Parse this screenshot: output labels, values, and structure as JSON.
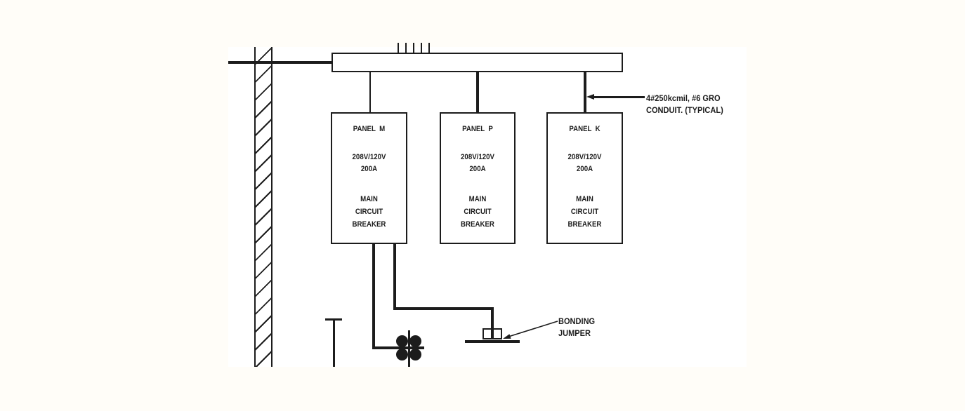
{
  "colors": {
    "page_bg": "#fffdf8",
    "drawing_bg": "#ffffff",
    "ink": "#1c1c1c"
  },
  "panels": [
    {
      "name": "PANEL  M",
      "voltage": "208V/120V",
      "current": "200A",
      "breaker": [
        "MAIN",
        "CIRCUIT",
        "BREAKER"
      ]
    },
    {
      "name": "PANEL  P",
      "voltage": "208V/120V",
      "current": "200A",
      "breaker": [
        "MAIN",
        "CIRCUIT",
        "BREAKER"
      ]
    },
    {
      "name": "PANEL  K",
      "voltage": "208V/120V",
      "current": "200A",
      "breaker": [
        "MAIN",
        "CIRCUIT",
        "BREAKER"
      ]
    }
  ],
  "callouts": {
    "feeder": {
      "line1": "4#250kcmil, #6 GRO",
      "line2": "CONDUIT. (TYPICAL)"
    },
    "bonding": {
      "line1": "BONDING",
      "line2": "JUMPER"
    }
  }
}
